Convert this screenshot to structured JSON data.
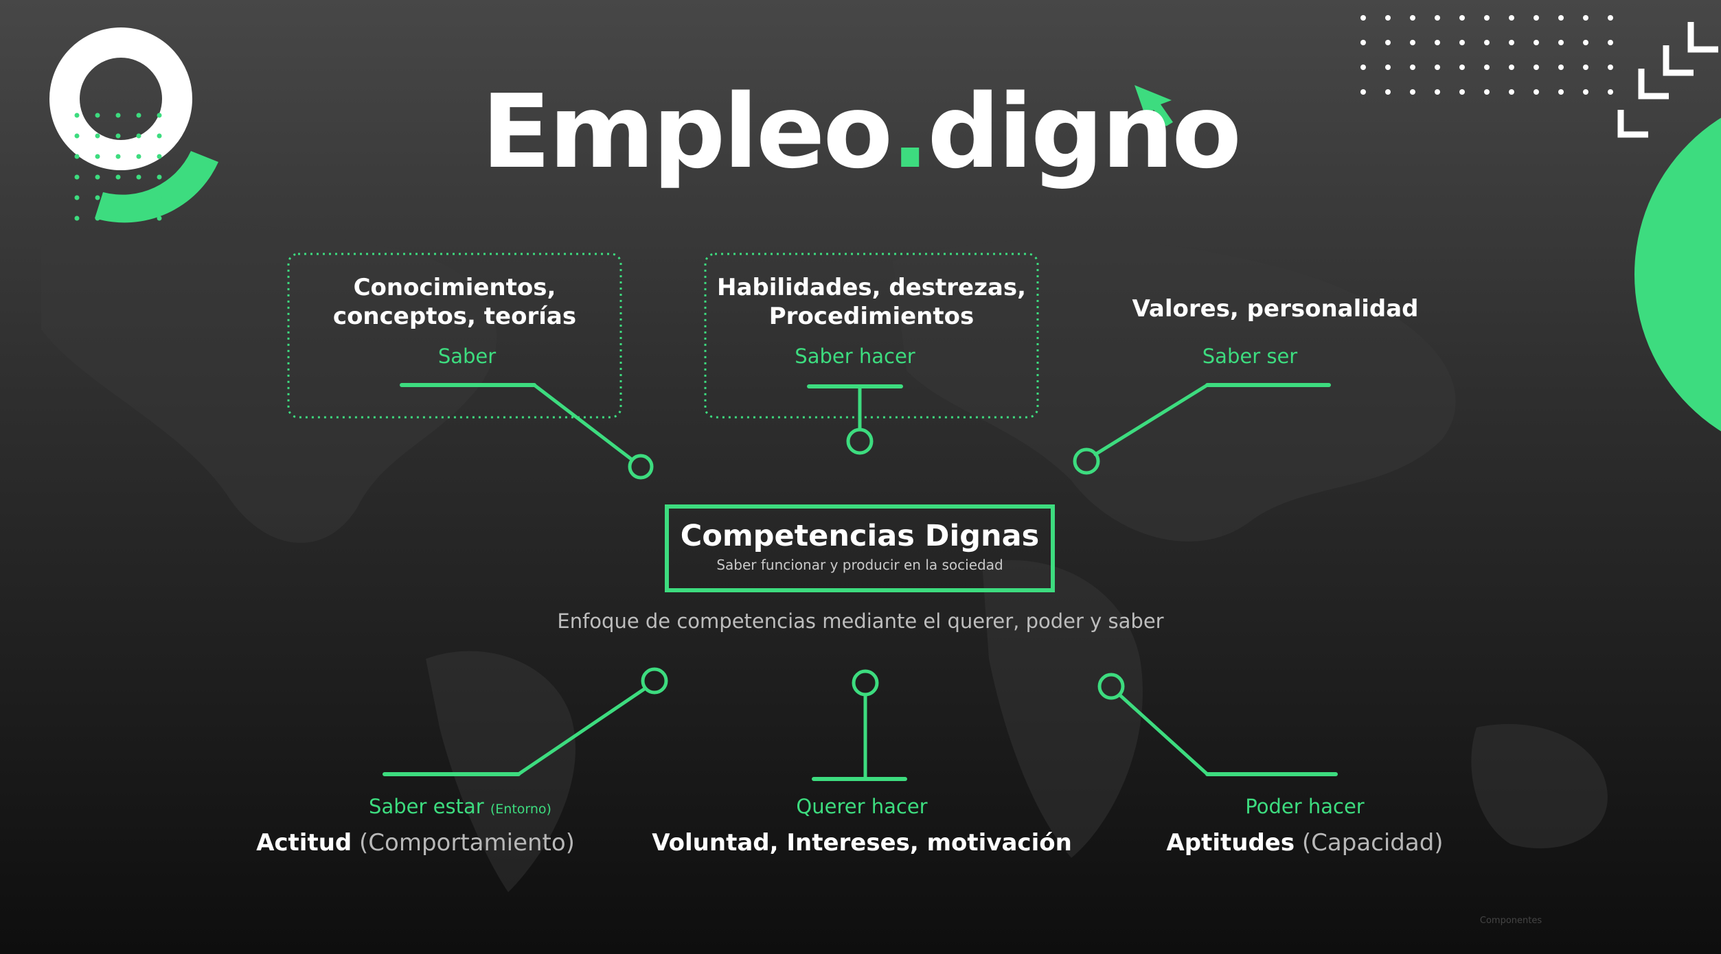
{
  "brand": {
    "title_main": "Empleo",
    "title_dot": ".",
    "title_end": "digno",
    "accent_color": "#3ddc7f"
  },
  "diagram": {
    "central": {
      "title": "Competencias Dignas",
      "subtitle": "Saber funcionar y producir en la sociedad"
    },
    "caption": "Enfoque de competencias mediante el querer, poder y saber",
    "top_nodes": [
      {
        "title_line1": "Conocimientos,",
        "title_line2": "conceptos, teorías",
        "sub": "Saber"
      },
      {
        "title_line1": "Habilidades, destrezas,",
        "title_line2": "Procedimientos",
        "sub": "Saber hacer"
      },
      {
        "title_line1": "Valores, personalidad",
        "sub": "Saber ser"
      }
    ],
    "bottom_nodes": [
      {
        "sub": "Saber estar",
        "sub_small": "(Entorno)",
        "label_bold": "Actitud",
        "label_light": "(Comportamiento)"
      },
      {
        "sub": "Querer hacer",
        "label_bold": "Voluntad, Intereses, motivación"
      },
      {
        "sub": "Poder hacer",
        "label_bold": "Aptitudes",
        "label_light": "(Capacidad)"
      }
    ]
  },
  "footer": {
    "note": "Componentes"
  },
  "icons": [
    "logo-ring-icon",
    "cursor-arrow-icon",
    "chevrons-icon",
    "dot-grid-icon",
    "green-circle-icon",
    "world-map-icon"
  ]
}
